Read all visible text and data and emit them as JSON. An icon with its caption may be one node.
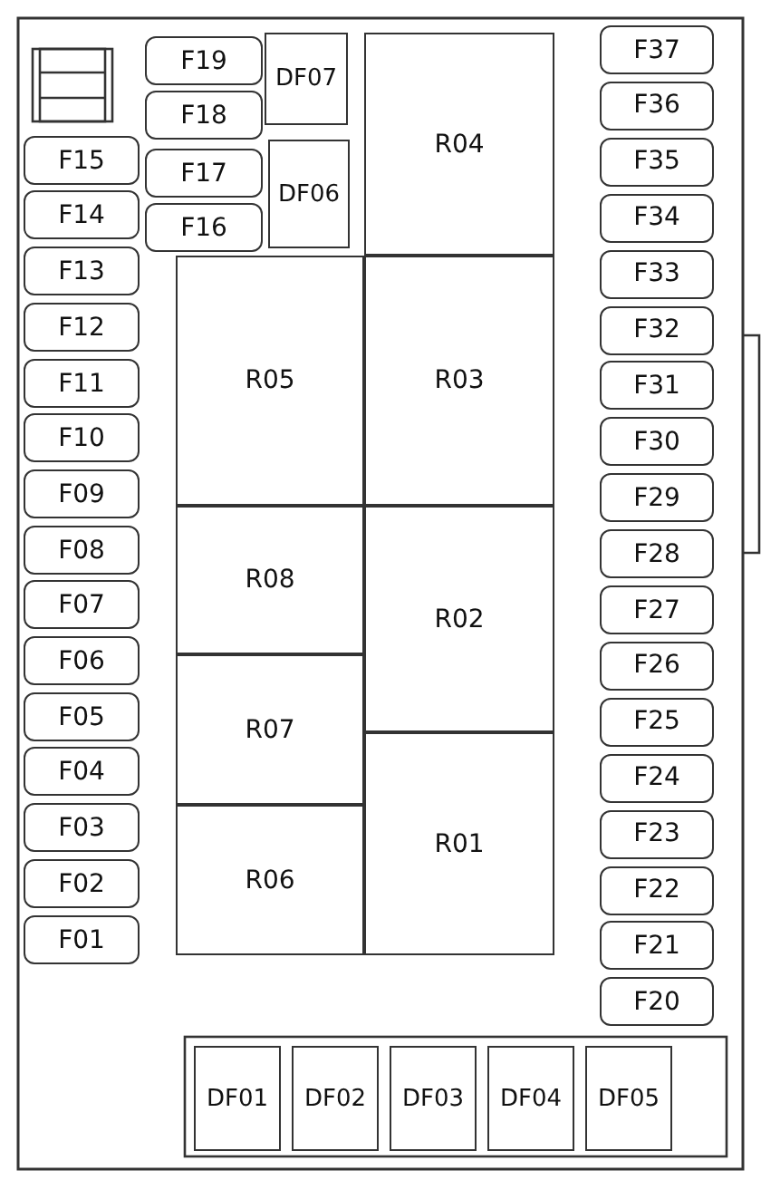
{
  "diagram": {
    "nodes": [
      {
        "text": [
          "F15"
        ]
      },
      {
        "text": [
          "F14"
        ]
      },
      {
        "text": [
          "F13"
        ]
      },
      {
        "text": [
          "F12"
        ]
      },
      {
        "text": [
          "F11"
        ]
      },
      {
        "text": [
          "F10"
        ]
      },
      {
        "text": [
          "F09"
        ]
      },
      {
        "text": [
          "F08"
        ]
      },
      {
        "text": [
          "F07"
        ]
      },
      {
        "text": [
          "F06"
        ]
      },
      {
        "text": [
          "F05"
        ]
      },
      {
        "text": [
          "F04"
        ]
      },
      {
        "text": [
          "F03"
        ]
      },
      {
        "text": [
          "F02"
        ]
      },
      {
        "text": [
          "F01"
        ]
      },
      {
        "text": [
          "F19"
        ]
      },
      {
        "text": [
          "F18"
        ]
      },
      {
        "text": [
          "F17"
        ]
      },
      {
        "text": [
          "F16"
        ]
      },
      {
        "text": [
          "DF07"
        ]
      },
      {
        "text": [
          "DF06"
        ]
      },
      {
        "text": [
          "R04"
        ]
      },
      {
        "text": [
          "R05"
        ]
      },
      {
        "text": [
          "R03"
        ]
      },
      {
        "text": [
          "R08"
        ]
      },
      {
        "text": [
          "R02"
        ]
      },
      {
        "text": [
          "R07"
        ]
      },
      {
        "text": [
          "R01"
        ]
      },
      {
        "text": [
          "R06"
        ]
      },
      {
        "text": [
          "F37"
        ]
      },
      {
        "text": [
          "F36"
        ]
      },
      {
        "text": [
          "F35"
        ]
      },
      {
        "text": [
          "F34"
        ]
      },
      {
        "text": [
          "F33"
        ]
      },
      {
        "text": [
          "F32"
        ]
      },
      {
        "text": [
          "F31"
        ]
      },
      {
        "text": [
          "F30"
        ]
      },
      {
        "text": [
          "F29"
        ]
      },
      {
        "text": [
          "F28"
        ]
      },
      {
        "text": [
          "F27"
        ]
      },
      {
        "text": [
          "F26"
        ]
      },
      {
        "text": [
          "F25"
        ]
      },
      {
        "text": [
          "F24"
        ]
      },
      {
        "text": [
          "F23"
        ]
      },
      {
        "text": [
          "F22"
        ]
      },
      {
        "text": [
          "F21"
        ]
      },
      {
        "text": [
          "F20"
        ]
      },
      {
        "text": [
          "DF01"
        ]
      },
      {
        "text": [
          "DF02"
        ]
      },
      {
        "text": [
          "DF03"
        ]
      },
      {
        "text": [
          "DF04"
        ]
      },
      {
        "text": [
          "DF05"
        ]
      }
    ]
  }
}
